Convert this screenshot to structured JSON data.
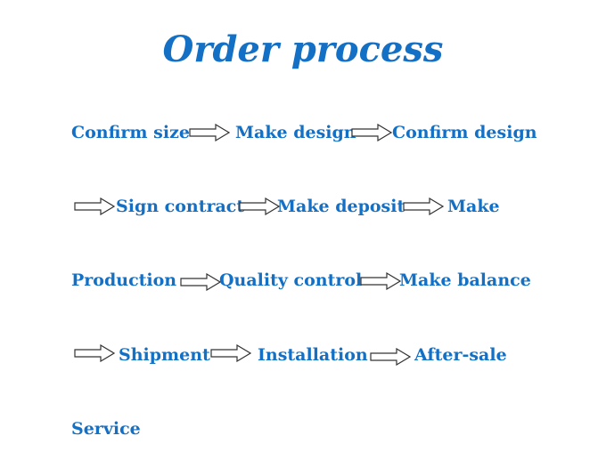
{
  "page": {
    "title": "Order process",
    "accent_color": "#1470c4"
  },
  "steps": [
    "Confirm size",
    "Make design",
    "Confirm design",
    "Sign contract",
    "Make deposit",
    "Make",
    "Production",
    "Quality control",
    "Make balance",
    "Shipment",
    "Installation",
    "After-sale",
    "Service"
  ],
  "arrow_icon": "right-arrow-outline-icon"
}
